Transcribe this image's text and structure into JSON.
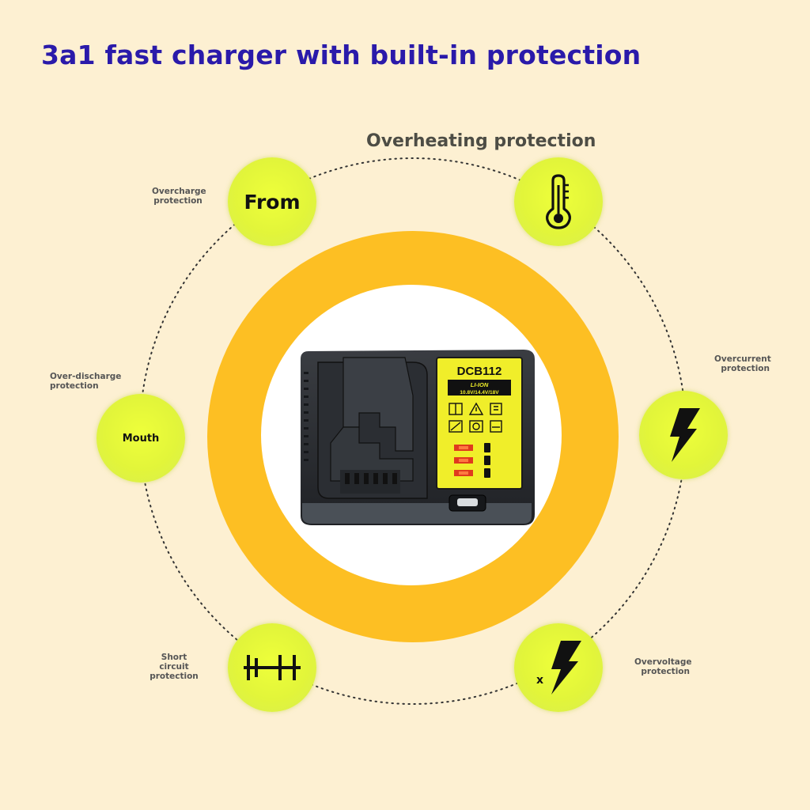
{
  "title": "3a1 fast charger with built-in protection",
  "labels": {
    "overheating": "Overheating protection",
    "overcharge": [
      "Overcharge",
      "protection"
    ],
    "over_discharge": [
      "Over-discharge",
      "protection"
    ],
    "overcurrent": [
      "Overcurrent",
      "protection"
    ],
    "short_circuit": [
      "Short circuit",
      "protection"
    ],
    "overvoltage": [
      "Overvoltage",
      "protection"
    ]
  },
  "nodes": {
    "overcharge_text": "From",
    "over_discharge_text": "Mouth",
    "overvoltage_mark": "x"
  },
  "charger": {
    "model": "DCB112",
    "type": "LI-ION",
    "voltage": "10.8V/14.4V/18V"
  },
  "colors": {
    "background": "#fdf0d2",
    "title": "#2a1aaa",
    "ring": "#fdbf23",
    "node": "#e6f83a",
    "panel": "#f0ee2a"
  },
  "icons": [
    "thermometer-icon",
    "lightning-icon",
    "short-circuit-icon",
    "lightning-x-icon"
  ]
}
